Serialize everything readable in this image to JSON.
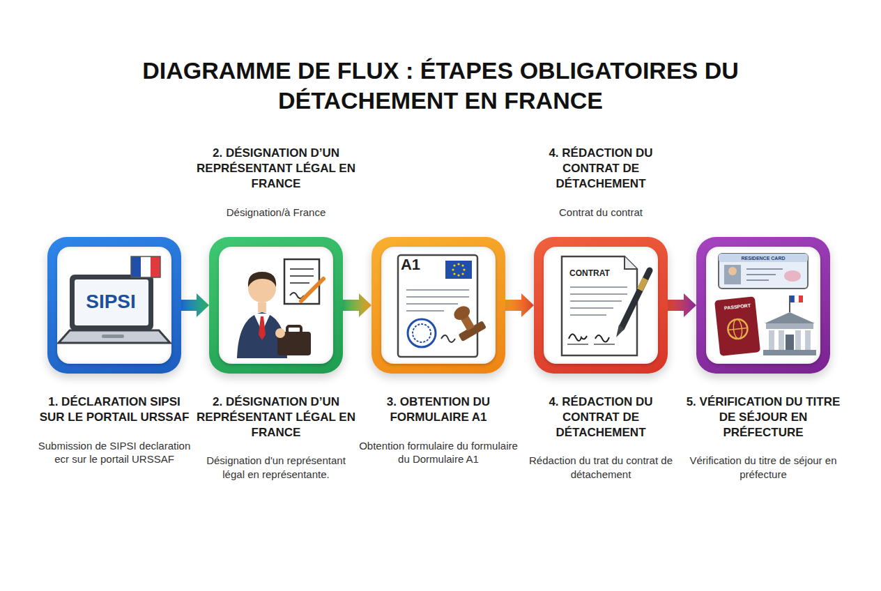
{
  "diagram": {
    "title": "DIAGRAMME DE FLUX : ÉTAPES OBLIGATOIRES DU DÉTACHEMENT EN FRANCE",
    "nodes": [
      {
        "text": [
          "1. DÉCLARATION SIPSI SUR LE PORTAIL URSSAF",
          "Submission de SIPSI declaration ecr sur le portail URSSAF"
        ]
      },
      {
        "text": [
          "2. DÉSIGNATION D’UN REPRÉSENTANT LÉGAL EN FRANCE",
          "Désignation/à France",
          "2. DÉSIGNATION D’UN REPRÉSENTANT LÉGAL EN FRANCE",
          "Désignation d'un représentant légal en représentante."
        ]
      },
      {
        "text": [
          "3. OBTENTION DU FORMULAIRE A1",
          "Obtention formulaire du formulaire du Dormulaire A1"
        ]
      },
      {
        "text": [
          "4. RÉDACTION DU CONTRAT DE DÉTACHEMENT",
          "Contrat du contrat",
          "4. RÉDACTION DU CONTRAT DE DÉTACHEMENT",
          "Rédaction du trat du contrat de détachement"
        ]
      },
      {
        "text": [
          "5. VÉRIFICATION DU TITRE DE SÉJOUR EN PRÉFECTURE",
          "Vérification du titre de séjour en préfecture"
        ]
      }
    ],
    "edges": [
      {
        "from": 0,
        "to": 1,
        "arrow": "to"
      },
      {
        "from": 1,
        "to": 2,
        "arrow": "to"
      },
      {
        "from": 2,
        "to": 3,
        "arrow": "to"
      },
      {
        "from": 3,
        "to": 4,
        "arrow": "to"
      }
    ],
    "labels": [
      "SIPSI",
      "A1",
      "CONTRAT",
      "RESIDENCE CARD",
      "PASSPORT"
    ]
  }
}
